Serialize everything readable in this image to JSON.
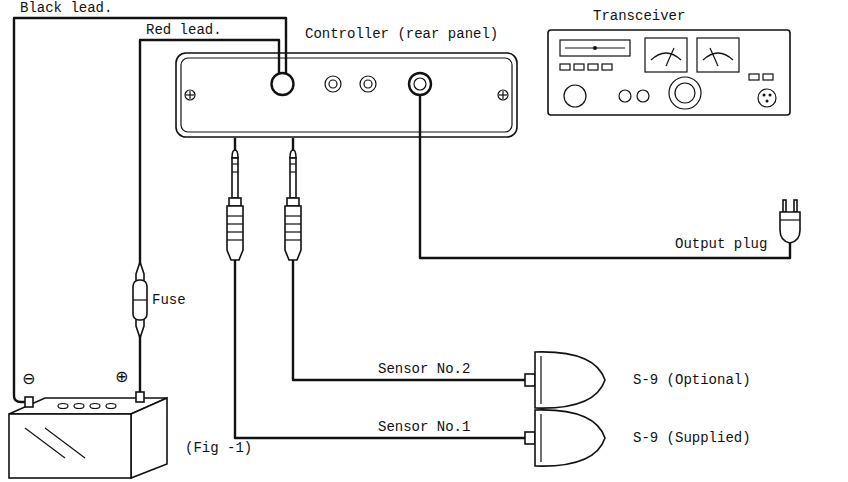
{
  "diagram": {
    "nodes": [
      {
        "text": [
          "Controller (rear panel)"
        ]
      },
      {
        "text": [
          "Transceiver"
        ]
      },
      {
        "text": [
          "⊖",
          "⊕"
        ]
      },
      {
        "text": [
          "S-9 (Optional)"
        ]
      },
      {
        "text": [
          "S-9 (Supplied)"
        ]
      }
    ],
    "edges": [
      {
        "from": 2,
        "to": 0,
        "label": "Black lead.",
        "arrow": "none"
      },
      {
        "from": 2,
        "to": 0,
        "label": "Red lead.",
        "arrow": "none"
      },
      {
        "from": 0,
        "to": 1,
        "label": "Output plug",
        "arrow": "none"
      },
      {
        "from": 0,
        "to": 3,
        "label": "Sensor No.2",
        "arrow": "none"
      },
      {
        "from": 0,
        "to": 4,
        "label": "Sensor No.1",
        "arrow": "none"
      }
    ],
    "labels": [
      "Fuse",
      "(Fig -1)"
    ]
  }
}
